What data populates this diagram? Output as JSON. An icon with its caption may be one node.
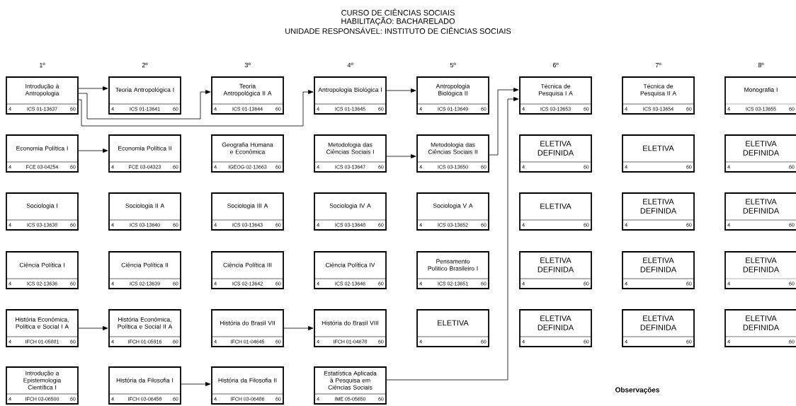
{
  "diagram": {
    "title": "CURSO DE CIÊNCIAS SOCIAIS",
    "nodes": [
      {
        "text": [
          "Introdução à Antropologia",
          "4",
          "ICS 01-13637",
          "60"
        ]
      },
      {
        "text": [
          "Teoria Antropológica I",
          "4",
          "ICS 01-13641",
          "60"
        ]
      },
      {
        "text": [
          "Teoria Antropológica II A",
          "4",
          "ICS 01-13644",
          "60"
        ]
      },
      {
        "text": [
          "Antropologia Biológica I",
          "4",
          "ICS 01-13645",
          "60"
        ]
      },
      {
        "text": [
          "Antropologia Biológica II",
          "4",
          "ICS 01-13649",
          "60"
        ]
      },
      {
        "text": [
          "Técnica de Pesquisa I A",
          "4",
          "ICS 03-13653",
          "60"
        ]
      },
      {
        "text": [
          "Técnica de Pesquisa II A",
          "4",
          "ICS 03-13654",
          "60"
        ]
      },
      {
        "text": [
          "Monografia I",
          "4",
          "ICS 03-13655",
          "60"
        ]
      },
      {
        "text": [
          "Economia Política I",
          "4",
          "FCE 03-04254",
          "60"
        ]
      },
      {
        "text": [
          "Economia Política II",
          "4",
          "FCE 03-04323",
          "60"
        ]
      },
      {
        "text": [
          "Geografia Humana e Econômica",
          "4",
          "IGEOG 02-13663",
          "60"
        ]
      },
      {
        "text": [
          "Metodologia das Ciências Sociais I",
          "4",
          "ICS 03-13647",
          "60"
        ]
      },
      {
        "text": [
          "Metodologia das Ciências Sociais II",
          "4",
          "ICS 03-13650",
          "60"
        ]
      },
      {
        "text": [
          "ELETIVA DEFINIDA",
          "4",
          "60"
        ]
      },
      {
        "text": [
          "ELETIVA",
          "4",
          "60"
        ]
      },
      {
        "text": [
          "ELETIVA DEFINIDA",
          "4",
          "60"
        ]
      },
      {
        "text": [
          "Sociologia I",
          "4",
          "ICS 03-13638",
          "60"
        ]
      },
      {
        "text": [
          "Sociologia II A",
          "4",
          "ICS 03-13640",
          "60"
        ]
      },
      {
        "text": [
          "Sociologia III A",
          "4",
          "ICS 03-13643",
          "60"
        ]
      },
      {
        "text": [
          "Sociologia IV A",
          "4",
          "ICS 03-13648",
          "60"
        ]
      },
      {
        "text": [
          "Sociologia V A",
          "4",
          "ICS 03-13652",
          "60"
        ]
      },
      {
        "text": [
          "ELETIVA",
          "4",
          "60"
        ]
      },
      {
        "text": [
          "ELETIVA DEFINIDA",
          "4",
          "60"
        ]
      },
      {
        "text": [
          "ELETIVA DEFINIDA",
          "4",
          "60"
        ]
      },
      {
        "text": [
          "Ciência Política I",
          "4",
          "ICS 02-13636",
          "60"
        ]
      },
      {
        "text": [
          "Ciência Política II",
          "4",
          "ICS 02-13639",
          "60"
        ]
      },
      {
        "text": [
          "Ciência Política III",
          "4",
          "ICS 02-13642",
          "60"
        ]
      },
      {
        "text": [
          "Ciência Política IV",
          "4",
          "ICS 02-13646",
          "60"
        ]
      },
      {
        "text": [
          "Pensamento Político Brasileiro I",
          "4",
          "ICS 02-13651",
          "60"
        ]
      },
      {
        "text": [
          "ELETIVA DEFINIDA",
          "4",
          "60"
        ]
      },
      {
        "text": [
          "ELETIVA DEFINIDA",
          "4",
          "60"
        ]
      },
      {
        "text": [
          "ELETIVA DEFINIDA",
          "4",
          "60"
        ]
      },
      {
        "text": [
          "História Econômica, Política e Social I A",
          "4",
          "IFCH 01-05881",
          "60"
        ]
      },
      {
        "text": [
          "História Econômica, Política e Social II A",
          "4",
          "IFCH 01-05916",
          "60"
        ]
      },
      {
        "text": [
          "História do Brasil VII",
          "4",
          "IFCH 01-04645",
          "60"
        ]
      },
      {
        "text": [
          "História do Brasil VIII",
          "4",
          "IFCH 01-04678",
          "60"
        ]
      },
      {
        "text": [
          "ELETIVA",
          "4",
          "60"
        ]
      },
      {
        "text": [
          "ELETIVA DEFINIDA",
          "4",
          "60"
        ]
      },
      {
        "text": [
          "ELETIVA DEFINIDA",
          "4",
          "60"
        ]
      },
      {
        "text": [
          "ELETIVA DEFINIDA",
          "4",
          "60"
        ]
      },
      {
        "text": [
          "Introdução a Epistemologia Científica I",
          "4",
          "IFCH 03-06500",
          "60"
        ]
      },
      {
        "text": [
          "História da Filosofia I",
          "4",
          "IFCH 03-06458",
          "60"
        ]
      },
      {
        "text": [
          "História da Filosofia II",
          "4",
          "IFCH 03-06486",
          "60"
        ]
      },
      {
        "text": [
          "Estatística Aplicada à Pesquisa em Ciências Sociais",
          "4",
          "IME 05-05650",
          "60"
        ]
      }
    ],
    "edges": [
      {
        "from": 0,
        "to": 1,
        "arrow": "to"
      },
      {
        "from": 0,
        "to": 2,
        "arrow": "to"
      },
      {
        "from": 0,
        "to": 3,
        "arrow": "to"
      },
      {
        "from": 3,
        "to": 4,
        "arrow": "to"
      },
      {
        "from": 8,
        "to": 9,
        "arrow": "to"
      },
      {
        "from": 11,
        "to": 12,
        "arrow": "to"
      },
      {
        "from": 12,
        "to": 5,
        "arrow": "to"
      },
      {
        "from": 43,
        "to": 5,
        "arrow": "to"
      },
      {
        "from": 32,
        "to": 33,
        "arrow": "to"
      },
      {
        "from": 34,
        "to": 35,
        "arrow": "to"
      },
      {
        "from": 41,
        "to": 42,
        "arrow": "to"
      }
    ],
    "labels": [
      "HABILITAÇÃO: BACHARELADO",
      "UNIDADE RESPONSÁVEL: INSTITUTO DE CIÊNCIAS SOCIAIS",
      "1º",
      "2º",
      "3º",
      "4º",
      "5º",
      "6º",
      "7º",
      "8º",
      "Observações"
    ]
  }
}
